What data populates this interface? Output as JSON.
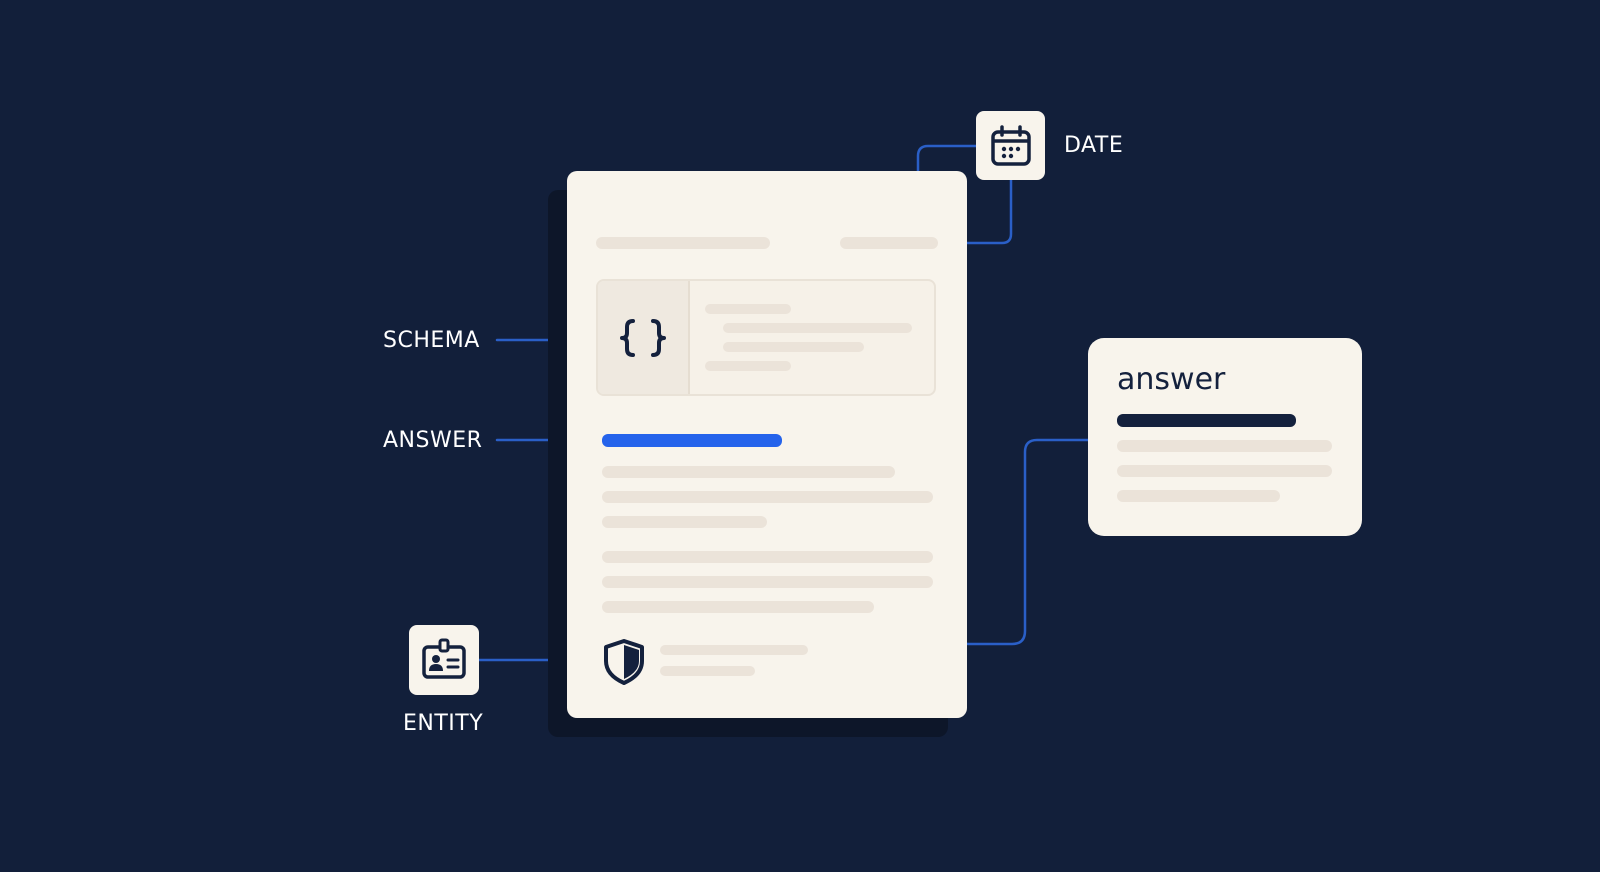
{
  "labels": {
    "date": "DATE",
    "schema": "SCHEMA",
    "answer": "ANSWER",
    "entity": "ENTITY"
  },
  "answer_card": {
    "title": "answer"
  },
  "icons": {
    "calendar": "calendar-icon",
    "braces": "curly-braces-icon",
    "shield": "shield-icon",
    "id_badge": "id-badge-icon"
  },
  "colors": {
    "background": "#121f3a",
    "paper": "#f8f4ec",
    "placeholder": "#ebe3d9",
    "accent_blue": "#2563eb",
    "connector_blue": "#2a5fc7",
    "dark_bar": "#14213d"
  }
}
